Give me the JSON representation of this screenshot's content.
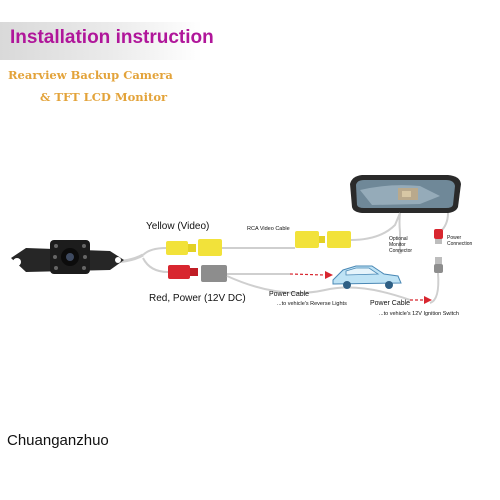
{
  "header": {
    "title": "Installation instruction",
    "subtitle_line1": "Rearview Backup Camera",
    "subtitle_line2": "& TFT LCD Monitor"
  },
  "diagram": {
    "yellow_label": "Yellow (Video)",
    "red_label": "Red, Power (12V DC)",
    "rca_cable_label": "RCA Video Cable",
    "power_cable_1_label": "Power Cable",
    "power_cable_1_sub": "...to vehicle's Reverse Lights",
    "power_cable_2_label": "Power Cable",
    "power_cable_2_sub": "...to vehicle's 12V Ignition Switch",
    "monitor_connector_line1": "Optional",
    "monitor_connector_line2": "Monitor",
    "monitor_connector_line3": "Connector",
    "power_connection_line1": "Power",
    "power_connection_line2": "Connection"
  },
  "footer": {
    "brand": "Chuanganzhuo"
  },
  "colors": {
    "title": "#b0169a",
    "subtitle": "#e3a33a",
    "yellow_connector": "#f2e23a",
    "red_connector": "#d8262f",
    "gray_connector": "#8d8d8d",
    "arrow": "#d8262f",
    "car": "#bfe3f5"
  }
}
